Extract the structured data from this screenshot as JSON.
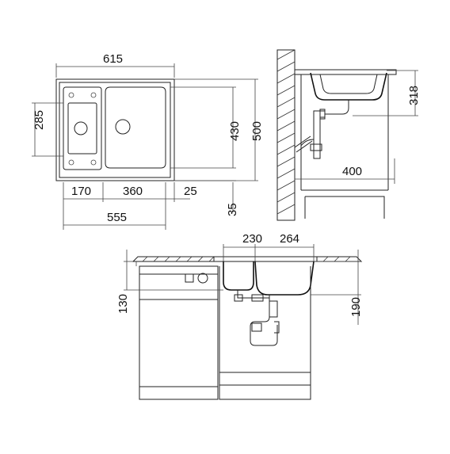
{
  "dimensions": {
    "top_overall_width": "615",
    "top_depth_left": "285",
    "top_depth_inner": "430",
    "top_depth_overall": "500",
    "top_small_bowl_width": "170",
    "top_main_bowl_width": "360",
    "top_offset_right": "25",
    "top_offset_bottom": "35",
    "top_bowls_total": "555",
    "side_height": "318",
    "side_offset": "400",
    "front_small_bowl": "230",
    "front_main_bowl": "264",
    "front_small_depth": "130",
    "front_main_depth": "190"
  }
}
